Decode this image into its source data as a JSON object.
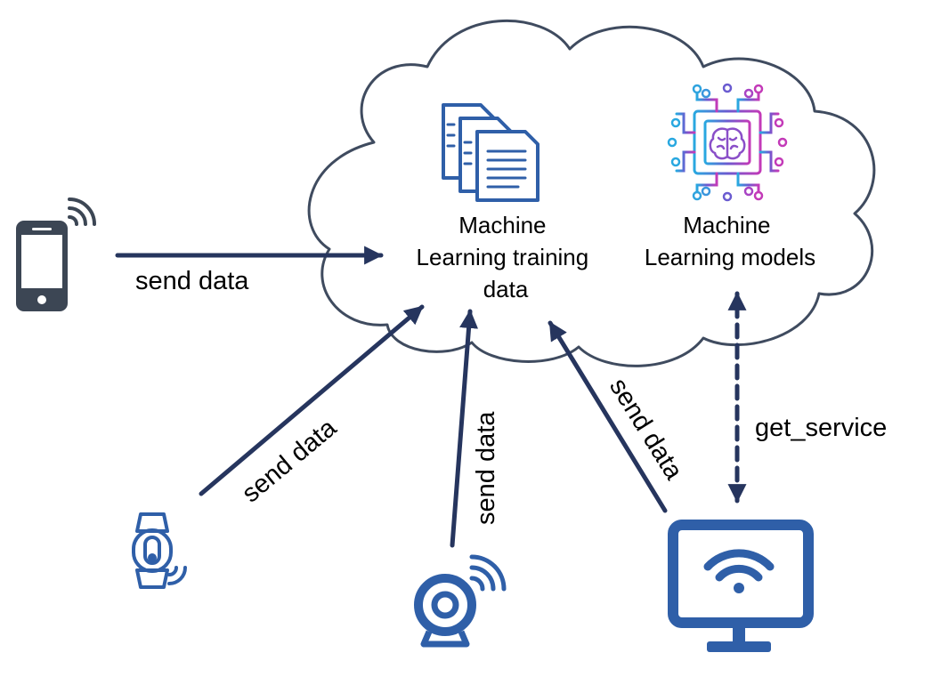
{
  "cloud": {
    "training_data_label": [
      "Machine",
      "Learning training",
      "data"
    ],
    "models_label": [
      "Machine",
      "Learning models"
    ]
  },
  "edges": {
    "phone_label": "send data",
    "wristband_label": "send data",
    "camera_label": "send data",
    "computer_send_label": "send data",
    "service_label": "get_service"
  },
  "icons": {
    "smartphone": "smartphone-wireless-icon",
    "wristband": "wearable-band-icon",
    "camera": "webcam-wireless-icon",
    "computer": "monitor-wifi-icon",
    "documents": "documents-stack-icon",
    "ai_chip": "brain-chip-icon"
  },
  "colors": {
    "arrow": "#26355e",
    "cloud_stroke": "#3f4b5f",
    "icon_blue": "#2f5fa8",
    "phone_dark": "#3c4654",
    "chip_cyan": "#29a8e0",
    "chip_magenta": "#c33ab8"
  }
}
